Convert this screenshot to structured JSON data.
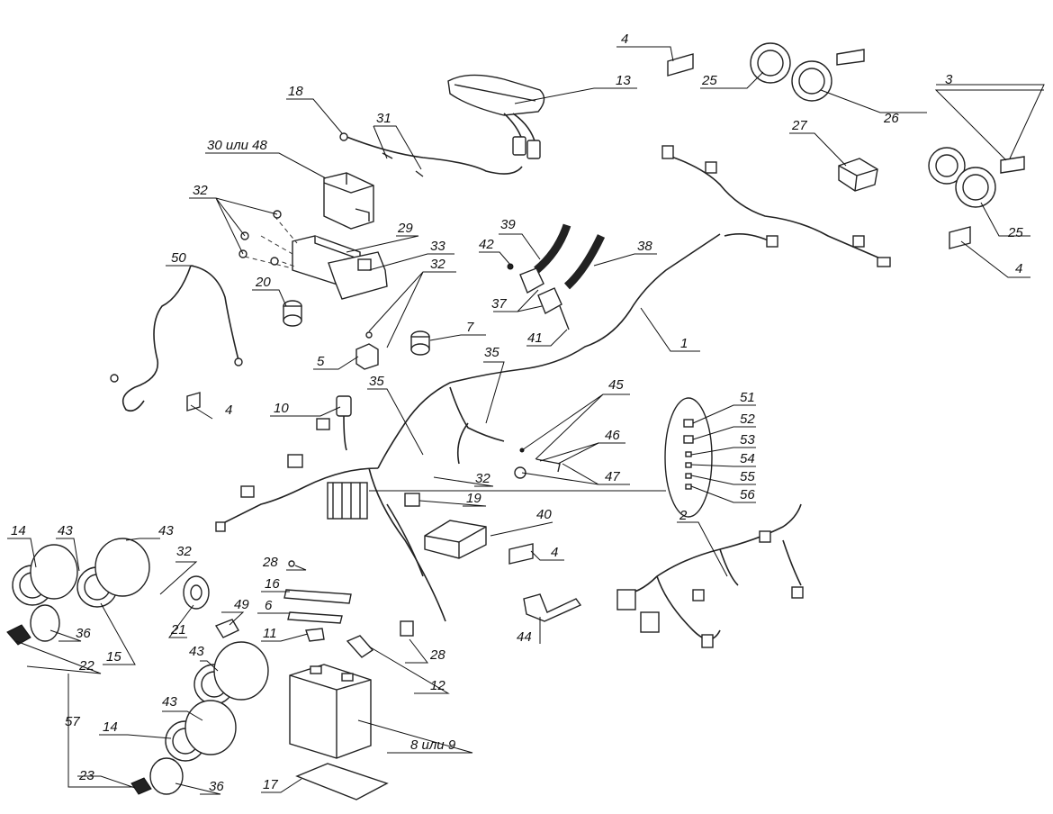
{
  "labels": {
    "l1": "1",
    "l2": "2",
    "l3": "3",
    "l4": "4",
    "l5": "5",
    "l6": "6",
    "l7": "7",
    "l8_9": "8 или 9",
    "l10": "10",
    "l11": "11",
    "l12": "12",
    "l13": "13",
    "l14": "14",
    "l15": "15",
    "l16": "16",
    "l17": "17",
    "l18": "18",
    "l19": "19",
    "l20": "20",
    "l21": "21",
    "l22": "22",
    "l23": "23",
    "l25": "25",
    "l26": "26",
    "l27": "27",
    "l28": "28",
    "l29": "29",
    "l30_48": "30 или 48",
    "l31": "31",
    "l32": "32",
    "l33": "33",
    "l35": "35",
    "l36": "36",
    "l37": "37",
    "l38": "38",
    "l39": "39",
    "l40": "40",
    "l41": "41",
    "l42": "42",
    "l43": "43",
    "l44": "44",
    "l45": "45",
    "l46": "46",
    "l47": "47",
    "l49": "49",
    "l50": "50",
    "l51": "51",
    "l52": "52",
    "l53": "53",
    "l54": "54",
    "l55": "55",
    "l56": "56",
    "l57": "57"
  }
}
